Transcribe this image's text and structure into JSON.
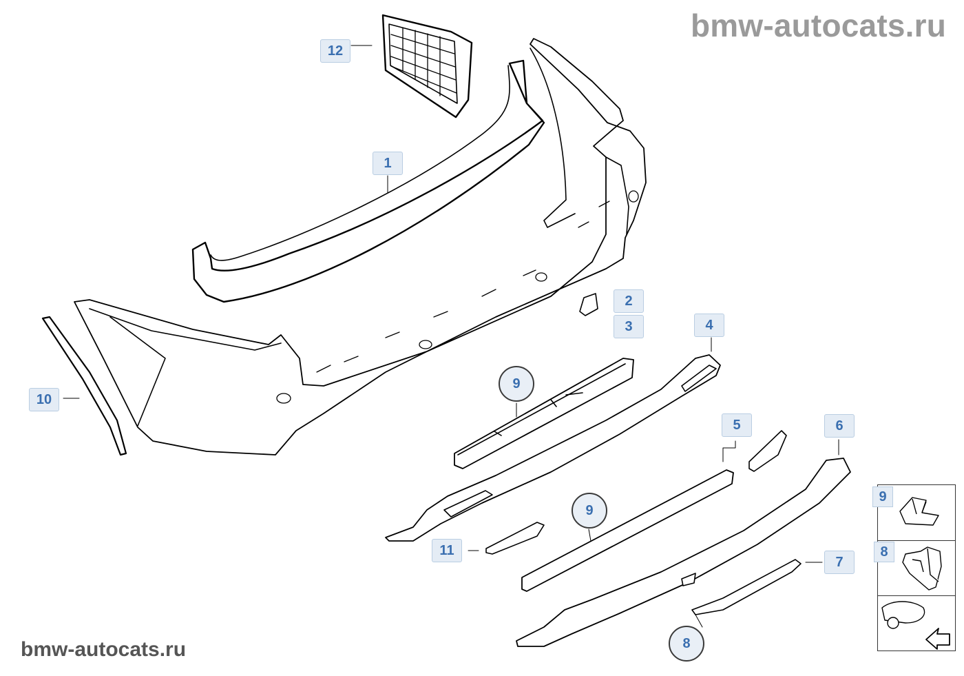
{
  "watermark": {
    "top": "bmw-autocats.ru",
    "bottom": "bmw-autocats.ru"
  },
  "callouts": {
    "c1": "1",
    "c2": "2",
    "c3": "3",
    "c4": "4",
    "c5": "5",
    "c6": "6",
    "c7": "7",
    "c8": "8",
    "c9a": "9",
    "c9b": "9",
    "c10": "10",
    "c11": "11",
    "c12": "12"
  },
  "side_panel": {
    "item_top": "9",
    "item_middle": "8"
  },
  "colors": {
    "callout_text": "#3a6fb0",
    "callout_fill": "#e4ecf5",
    "line": "#000000",
    "watermark_top": "#9a9a9a",
    "watermark_bottom": "#555555"
  }
}
